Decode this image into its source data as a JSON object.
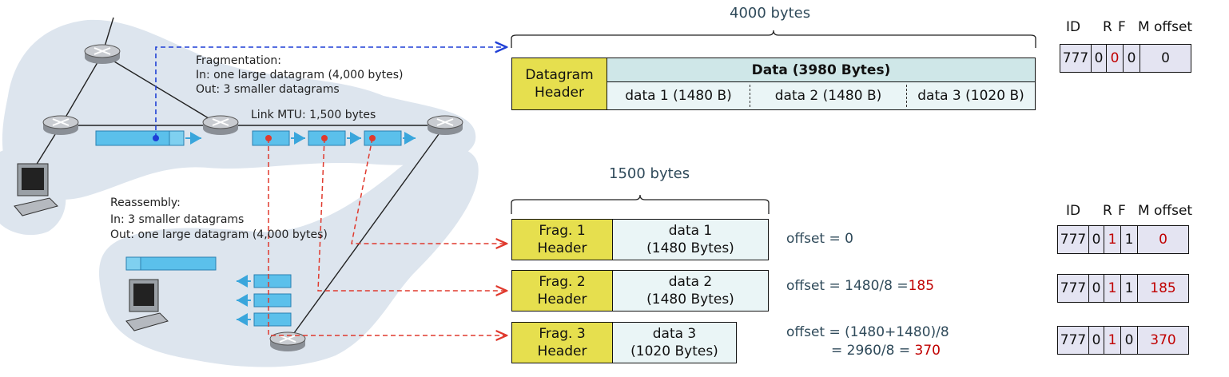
{
  "network": {
    "fragmentation": {
      "title": "Fragmentation:",
      "in": "In: one large datagram (4,000 bytes)",
      "out": "Out: 3 smaller datagrams"
    },
    "link_mtu": "Link MTU: 1,500 bytes",
    "reassembly": {
      "title": "Reassembly:",
      "in": "In: 3 smaller datagrams",
      "out": "Out: one large datagram (4,000 bytes)"
    }
  },
  "original": {
    "size_label": "4000 bytes",
    "header": [
      "Datagram",
      "Header"
    ],
    "data_title": "Data (3980 Bytes)",
    "data_parts": [
      "data 1 (1480 B)",
      "data 2 (1480 B)",
      "data 3 (1020 B)"
    ]
  },
  "fragments": {
    "size_label": "1500 bytes",
    "items": [
      {
        "header": [
          "Frag. 1",
          "Header"
        ],
        "data": [
          "data 1",
          "(1480 Bytes)"
        ]
      },
      {
        "header": [
          "Frag. 2",
          "Header"
        ],
        "data": [
          "data 2",
          "(1480 Bytes)"
        ]
      },
      {
        "header": [
          "Frag. 3",
          "Header"
        ],
        "data": [
          "data 3",
          "(1020 Bytes)"
        ]
      }
    ]
  },
  "offsets": {
    "f1": {
      "text": "offset = 0"
    },
    "f2": {
      "prefix": "offset = 1480/8 =",
      "value": "185"
    },
    "f3": {
      "line1": "offset = (1480+1480)/8",
      "line2_prefix": "= 2960/8 = ",
      "value": "370"
    }
  },
  "field_headers": [
    "ID",
    "R",
    "F",
    "M",
    "offset"
  ],
  "field_tables": [
    {
      "ID": "777",
      "R": "0",
      "F": "0",
      "M": "0",
      "offset": "0"
    },
    {
      "ID": "777",
      "R": "0",
      "F": "1",
      "M": "1",
      "offset": "0"
    },
    {
      "ID": "777",
      "R": "0",
      "F": "1",
      "M": "1",
      "offset": "185"
    },
    {
      "ID": "777",
      "R": "0",
      "F": "1",
      "M": "0",
      "offset": "370"
    }
  ],
  "colors": {
    "header_fill": "#e6df4e",
    "data_fill": "#eaf5f6",
    "teal_fill": "#cfe7e8",
    "field_fill": "#e4e4f2",
    "highlight_red": "#c00000",
    "blue_arrow": "#1f3fd6",
    "red_arrow": "#e03a2e",
    "packet_blue": "#5bc0eb"
  }
}
